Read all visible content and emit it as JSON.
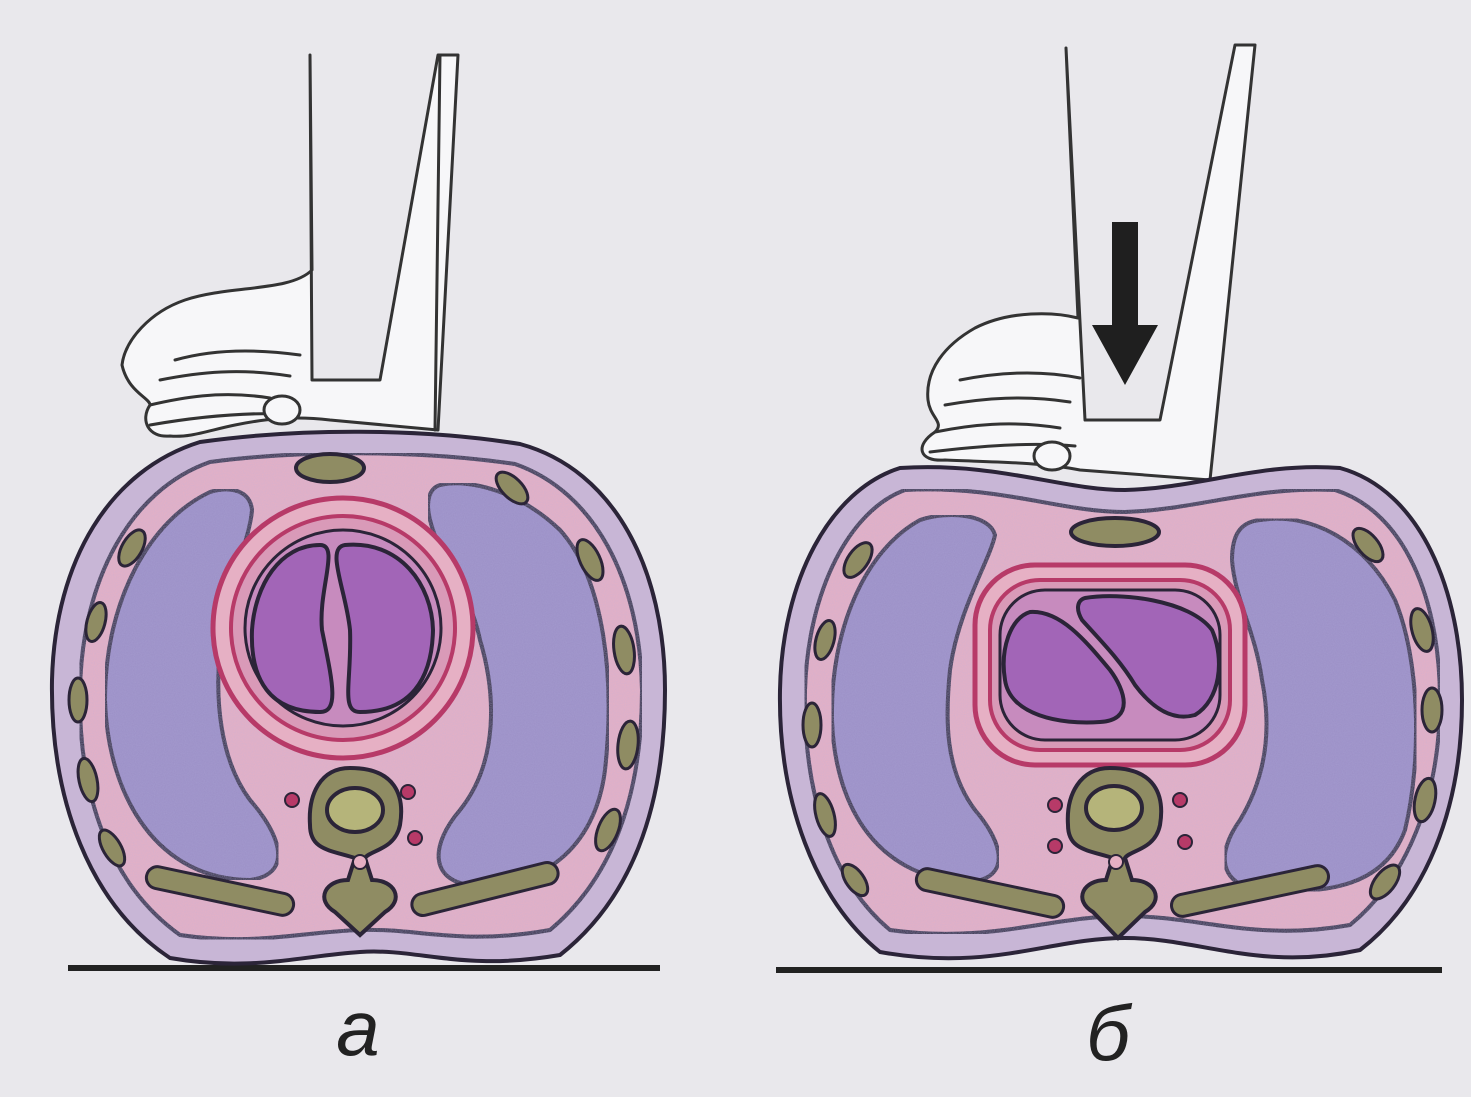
{
  "panels": [
    {
      "id": "a",
      "label": "а",
      "state": "relaxed"
    },
    {
      "id": "b",
      "label": "б",
      "state": "compressed",
      "arrow": "down-arrow"
    }
  ],
  "colors": {
    "background": "#e9e8ec",
    "outline": "#2b2438",
    "outer_body": "#c8b6d6",
    "tissue": "#e6b0c4",
    "lung": "#9b8fc6",
    "heart_ring": "#b73a68",
    "heart_chamber": "#a265b7",
    "bone": "#8f8c63",
    "vertebra_center": "#b5b47a",
    "arrow": "#1f1f1f"
  }
}
